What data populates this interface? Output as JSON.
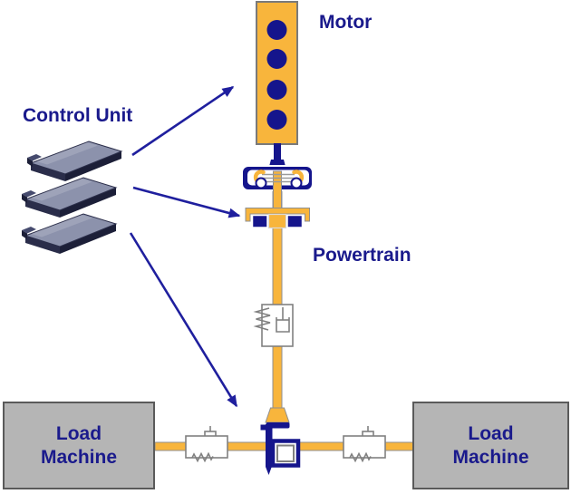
{
  "labels": {
    "control_unit": "Control Unit",
    "motor": "Motor",
    "powertrain": "Powertrain",
    "load_machine_left": "Load Machine",
    "load_machine_right": "Load Machine"
  },
  "colors": {
    "background": "#FFFFFF",
    "shaft-yellow": "#F8B53C",
    "navy": "#15158C",
    "label-navy": "#1A1A8C",
    "arrow-navy": "#1F1F9E",
    "machine-gray": "#B5B5B5",
    "machine-border": "#5A5A5A",
    "outline-gray": "#8F8F8F",
    "symbol-gray": "#808080",
    "ecu-top": "#8C92AC",
    "ecu-side": "#2A2D4A",
    "ecu-dark": "#1C1F38",
    "ecu-connector": "#464B6E"
  },
  "symbols": {
    "motor": "electric-motor-with-windings",
    "bearing_coupling": "universal-joint-coupling",
    "clutch_coupling": "clutch-flange-coupling",
    "spring_damper_vertical": "spring-damper-parallel",
    "spring_damper_left": "spring-damper-parallel",
    "spring_damper_right": "spring-damper-parallel",
    "differential": "differential-gear-unit",
    "control_unit_stack": "three-stacked-ecu-modules"
  },
  "connections": [
    {
      "from": "control-unit",
      "to": "motor",
      "style": "arrow"
    },
    {
      "from": "control-unit",
      "to": "clutch-coupling",
      "style": "arrow"
    },
    {
      "from": "control-unit",
      "to": "differential",
      "style": "arrow"
    }
  ]
}
